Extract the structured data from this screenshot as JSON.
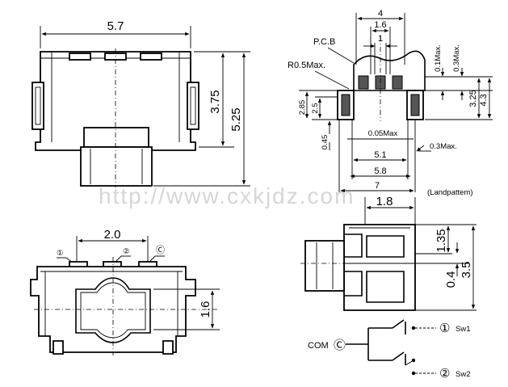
{
  "watermark": "http://www.cxkjdz.com",
  "top_left_view": {
    "dim_width": "5.7",
    "dim_body_height": "3.75",
    "dim_total_height": "5.25"
  },
  "top_right_view": {
    "dim_4": "4",
    "dim_1_6": "1.6",
    "dim_1": "1",
    "pcb_label": "P.C.B",
    "radius_label": "R0.5Max.",
    "dim_0_1max": "0.1Max.",
    "dim_0_3max_top": "0.3Max.",
    "dim_2_85": "2.85",
    "dim_2_5": "2.5",
    "dim_3_25": "3.25",
    "dim_4_3": "4.3",
    "dim_0_45": "0.45",
    "dim_0_05max": "0.05Max",
    "dim_0_3max_side": "0.3Max.",
    "dim_5_1": "5.1",
    "dim_5_8": "5.8",
    "dim_7": "7",
    "landpattern_label": "(Landpattem)"
  },
  "bottom_left_view": {
    "dim_2_0": "2.0",
    "pin_1": "①",
    "pin_2": "②",
    "pin_c": "Ⓒ",
    "dim_1_6": "1.6"
  },
  "bottom_right_view": {
    "dim_1_8": "1.8",
    "dim_1_35": "1.35",
    "dim_0_4": "0.4",
    "dim_3_5": "3.5",
    "com_label": "COM",
    "com_symbol": "Ⓒ",
    "sw1_symbol": "①",
    "sw1_label": "Sw1",
    "sw2_symbol": "②",
    "sw2_label": "Sw2"
  }
}
